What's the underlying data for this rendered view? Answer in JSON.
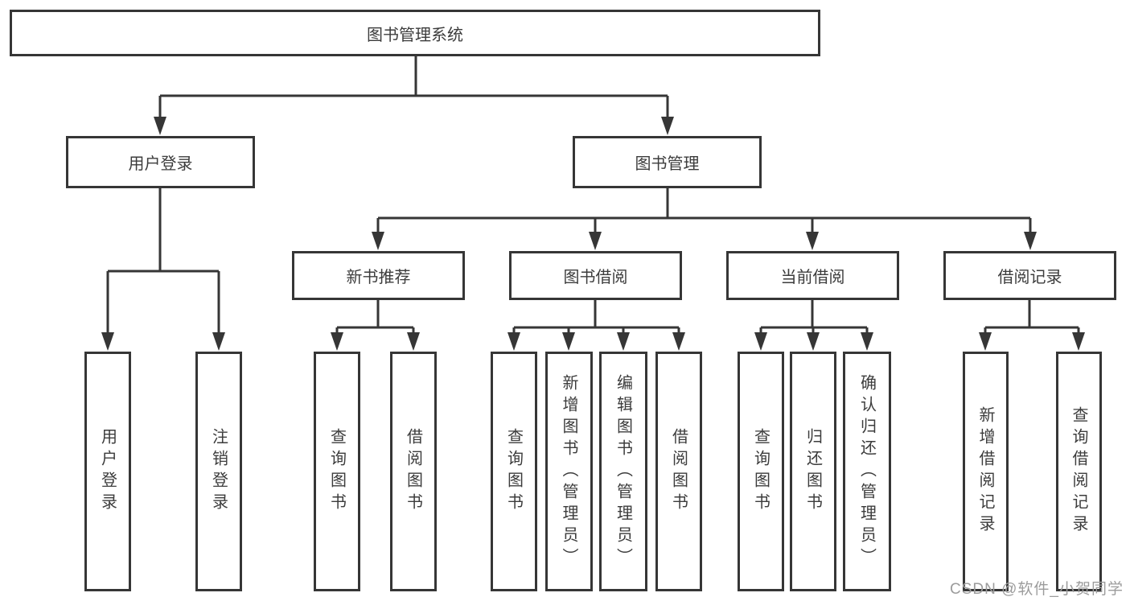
{
  "nodes": {
    "root": "图书管理系统",
    "level2": {
      "user_login": "用户登录",
      "book_mgmt": "图书管理"
    },
    "level3": {
      "new_books": "新书推荐",
      "book_borrow": "图书借阅",
      "current_borrow": "当前借阅",
      "borrow_records": "借阅记录"
    },
    "leaves": {
      "user_login": [
        "用户登录",
        "注销登录"
      ],
      "new_books": [
        "查询图书",
        "借阅图书"
      ],
      "book_borrow": [
        "查询图书",
        "新增图书（管理员）",
        "编辑图书（管理员）",
        "借阅图书"
      ],
      "current_borrow": [
        "查询图书",
        "归还图书",
        "确认归还（管理员）"
      ],
      "borrow_records": [
        "新增借阅记录",
        "查询借阅记录"
      ]
    }
  },
  "watermark": "CSDN @软件_小贺同学",
  "colors": {
    "line": "#363636",
    "text": "#3c3c3c",
    "background": "#ffffff",
    "watermark": "#9c9c9c"
  }
}
